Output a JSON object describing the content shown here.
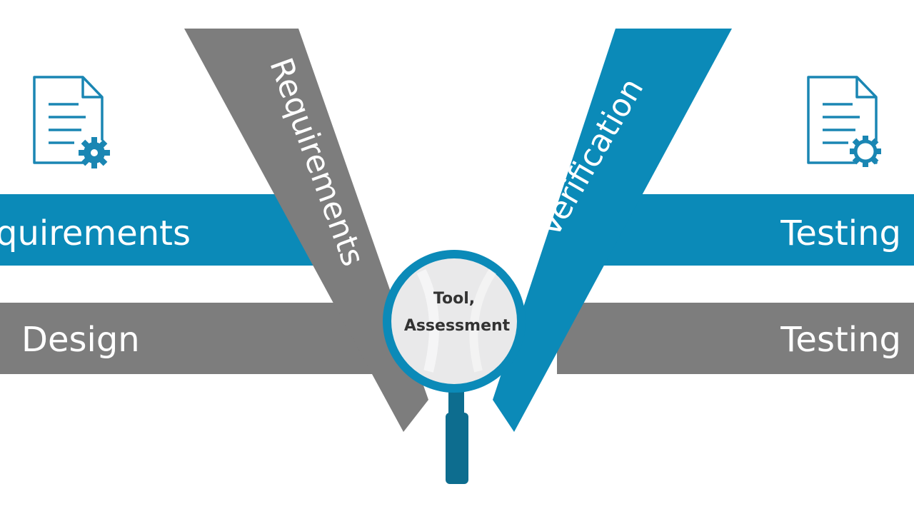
{
  "colors": {
    "blue": "#0b8ab8",
    "gray": "#7d7d7d",
    "icon_blue": "#1a86b3",
    "lens_rim": "#0b8ab8",
    "handle": "#0d6d8f"
  },
  "bands": {
    "left_top": "quirements",
    "left_bottom": "Design",
    "right_top": "Testing",
    "right_bottom": "Testing"
  },
  "diagonals": {
    "left": "Requirements",
    "right": "Verification"
  },
  "lens": {
    "line1": "Tool,",
    "line2": "Assessment"
  },
  "icons": {
    "left": "document-gear-icon",
    "right": "document-gear-icon",
    "center": "magnifying-glass-icon"
  }
}
